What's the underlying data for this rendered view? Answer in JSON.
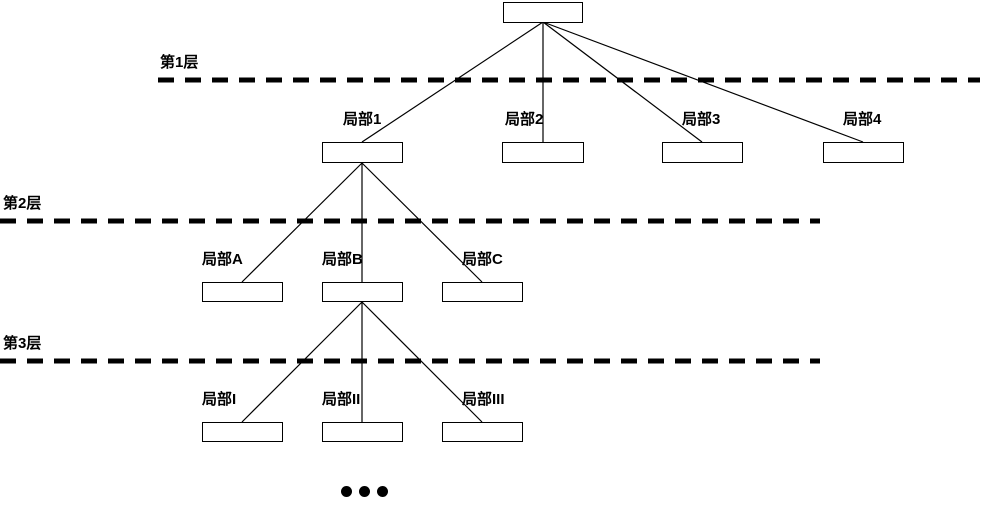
{
  "layer_markers": [
    {
      "label": "第1层"
    },
    {
      "label": "第2层"
    },
    {
      "label": "第3层"
    }
  ],
  "tree": {
    "level1_nodes": [
      {
        "label": "局部1"
      },
      {
        "label": "局部2"
      },
      {
        "label": "局部3"
      },
      {
        "label": "局部4"
      }
    ],
    "level2_nodes": [
      {
        "label": "局部A"
      },
      {
        "label": "局部B"
      },
      {
        "label": "局部C"
      }
    ],
    "level3_nodes": [
      {
        "label": "局部I"
      },
      {
        "label": "局部II"
      },
      {
        "label": "局部III"
      }
    ]
  },
  "ellipsis": "•••",
  "colors": {
    "line": "#000000",
    "text": "#000000",
    "background": "#ffffff",
    "box_fill": "#ffffff"
  }
}
